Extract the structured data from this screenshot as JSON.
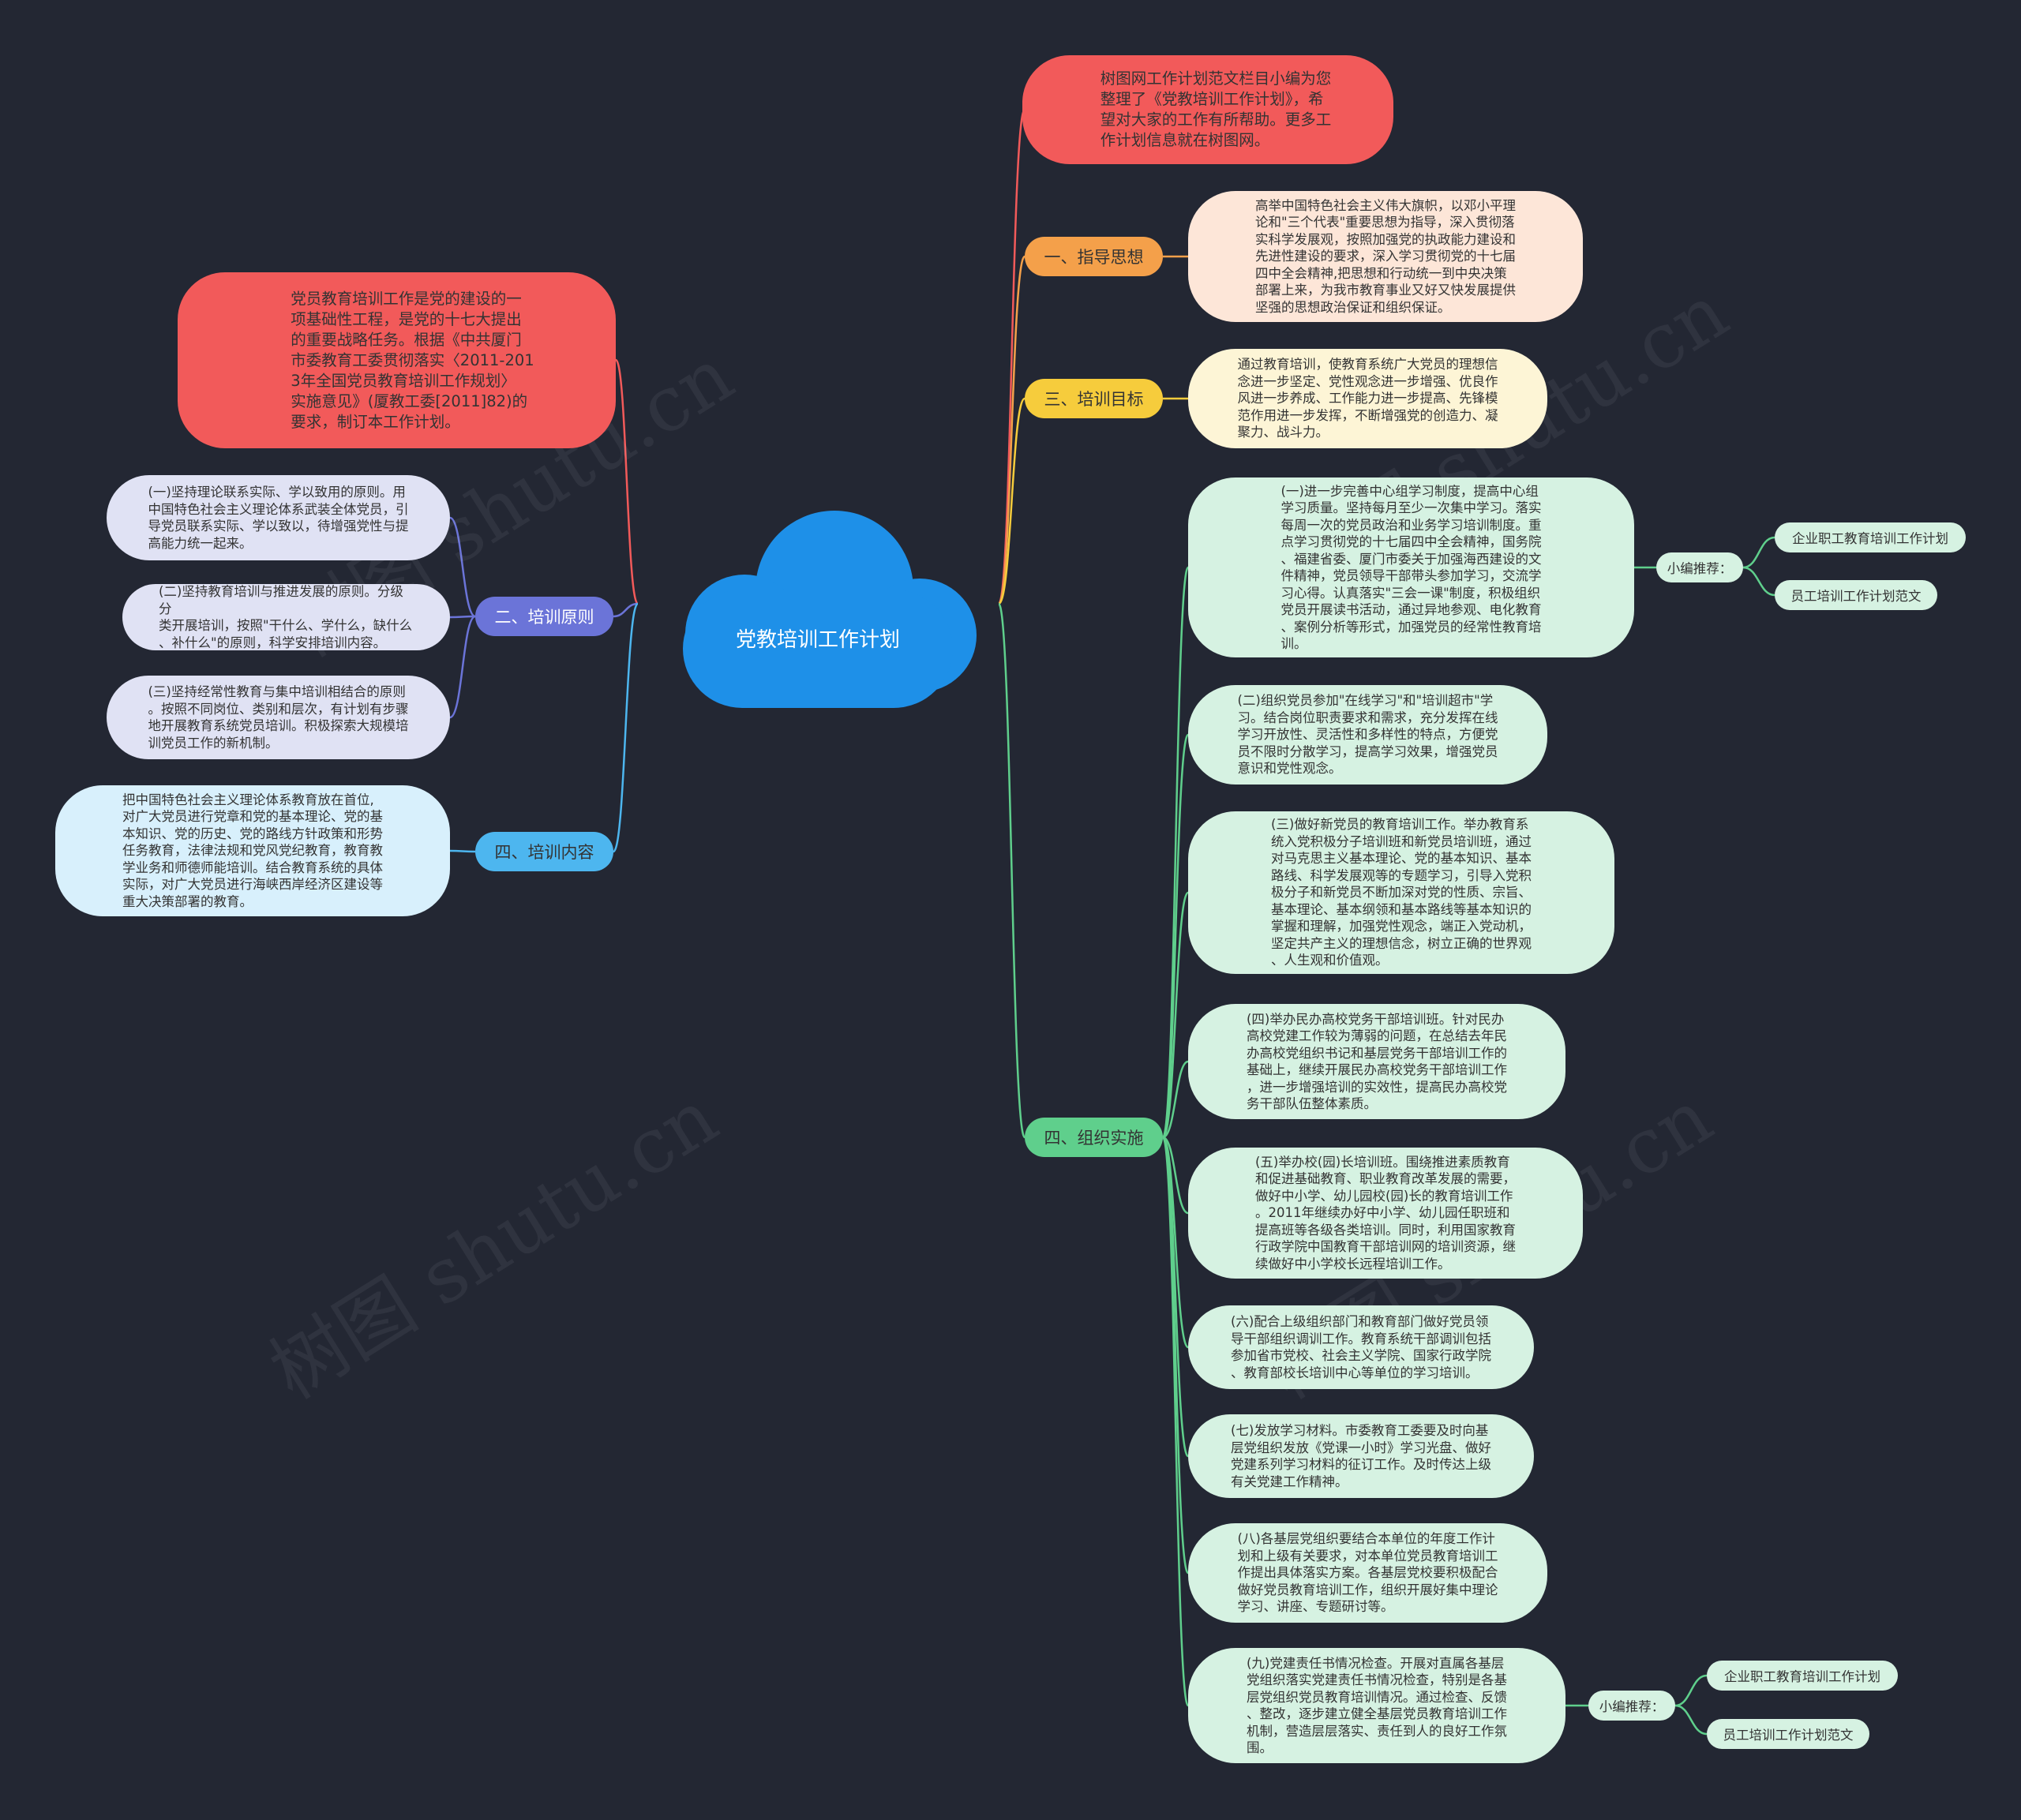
{
  "title": "党教培训工作计划",
  "intro": "树图网工作计划范文栏目小编为您\n整理了《党教培训工作计划》，希\n望对大家的工作有所帮助。更多工\n作计划信息就在树图网。",
  "left_intro": "党员教育培训工作是党的建设的一\n项基础性工程，是党的十七大提出\n的重要战略任务。根据《中共厦门\n市委教育工委贯彻落实〈2011-201\n3年全国党员教育培训工作规划〉\n实施意见》(厦教工委[2011]82)的\n要求，制订本工作计划。",
  "branches": {
    "guiding": {
      "label": "一、指导思想",
      "text": "高举中国特色社会主义伟大旗帜，以邓小平理\n论和\"三个代表\"重要思想为指导，深入贯彻落\n实科学发展观，按照加强党的执政能力建设和\n先进性建设的要求，深入学习贯彻党的十七届\n四中全会精神,把思想和行动统一到中央决策\n部署上来，为我市教育事业又好又快发展提供\n坚强的思想政治保证和组织保证。"
    },
    "goal": {
      "label": "三、培训目标",
      "text": "通过教育培训，使教育系统广大党员的理想信\n念进一步坚定、党性观念进一步增强、优良作\n风进一步养成、工作能力进一步提高、先锋模\n范作用进一步发挥，不断增强党的创造力、凝\n聚力、战斗力。"
    },
    "principle": {
      "label": "二、培训原则",
      "items": [
        "(一)坚持理论联系实际、学以致用的原则。用\n中国特色社会主义理论体系武装全体党员，引\n导党员联系实际、学以致以，待增强党性与提\n高能力统一起来。",
        "(二)坚持教育培训与推进发展的原则。分级分\n类开展培训，按照\"干什么、学什么，缺什么\n、补什么\"的原则，科学安排培训内容。",
        "(三)坚持经常性教育与集中培训相结合的原则\n。按照不同岗位、类别和层次，有计划有步骤\n地开展教育系统党员培训。积极探索大规模培\n训党员工作的新机制。"
      ]
    },
    "content": {
      "label": "四、培训内容",
      "text": "把中国特色社会主义理论体系教育放在首位,\n对广大党员进行党章和党的基本理论、党的基\n本知识、党的历史、党的路线方针政策和形势\n任务教育，法律法规和党风党纪教育，教育教\n学业务和师德师能培训。结合教育系统的具体\n实际，对广大党员进行海峡西岸经济区建设等\n重大决策部署的教育。"
    },
    "implement": {
      "label": "四、组织实施",
      "items": [
        "(一)进一步完善中心组学习制度，提高中心组\n学习质量。坚持每月至少一次集中学习。落实\n每周一次的党员政治和业务学习培训制度。重\n点学习贯彻党的十七届四中全会精神，国务院\n、福建省委、厦门市委关于加强海西建设的文\n件精神，党员领导干部带头参加学习，交流学\n习心得。认真落实\"三会一课\"制度，积极组织\n党员开展读书活动，通过异地参观、电化教育\n、案例分析等形式，加强党员的经常性教育培\n训。",
        "(二)组织党员参加\"在线学习\"和\"培训超市\"学\n习。结合岗位职责要求和需求，充分发挥在线\n学习开放性、灵活性和多样性的特点，方便党\n员不限时分散学习，提高学习效果，增强党员\n意识和党性观念。",
        "(三)做好新党员的教育培训工作。举办教育系\n统入党积极分子培训班和新党员培训班，通过\n对马克思主义基本理论、党的基本知识、基本\n路线、科学发展观等的专题学习，引导入党积\n极分子和新党员不断加深对党的性质、宗旨、\n基本理论、基本纲领和基本路线等基本知识的\n掌握和理解，加强党性观念，端正入党动机，\n坚定共产主义的理想信念，树立正确的世界观\n、人生观和价值观。",
        "(四)举办民办高校党务干部培训班。针对民办\n高校党建工作较为薄弱的问题，在总结去年民\n办高校党组织书记和基层党务干部培训工作的\n基础上，继续开展民办高校党务干部培训工作\n，进一步增强培训的实效性，提高民办高校党\n务干部队伍整体素质。",
        "(五)举办校(园)长培训班。围绕推进素质教育\n和促进基础教育、职业教育改革发展的需要，\n做好中小学、幼儿园校(园)长的教育培训工作\n。2011年继续办好中小学、幼儿园任职班和\n提高班等各级各类培训。同时，利用国家教育\n行政学院中国教育干部培训网的培训资源，继\n续做好中小学校长远程培训工作。",
        "(六)配合上级组织部门和教育部门做好党员领\n导干部组织调训工作。教育系统干部调训包括\n参加省市党校、社会主义学院、国家行政学院\n、教育部校长培训中心等单位的学习培训。",
        "(七)发放学习材料。市委教育工委要及时向基\n层党组织发放《党课一小时》学习光盘、做好\n党建系列学习材料的征订工作。及时传达上级\n有关党建工作精神。",
        "(八)各基层党组织要结合本单位的年度工作计\n划和上级有关要求，对本单位党员教育培训工\n作提出具体落实方案。各基层党校要积极配合\n做好党员教育培训工作，组织开展好集中理论\n学习、讲座、专题研讨等。",
        "(九)党建责任书情况检查。开展对直属各基层\n党组织落实党建责任书情况检查，特别是各基\n层党组织党员教育培训情况。通过检查、反馈\n、整改，逐步建立健全基层党员教育培训工作\n机制，营造层层落实、责任到人的良好工作氛\n围。"
      ]
    }
  },
  "recommend": {
    "label": "小编推荐：",
    "links": [
      "企业职工教育培训工作计划",
      "员工培训工作计划范文"
    ]
  },
  "watermark": "树图 shutu.cn",
  "colors": {
    "background": "#232733",
    "center": "#1e90e8",
    "red": "#f25a5a",
    "orange": "#f4a04a",
    "yellow": "#f6cc3c",
    "purple": "#6b74d8",
    "blue": "#4db6ef",
    "green": "#5fcf8c"
  }
}
